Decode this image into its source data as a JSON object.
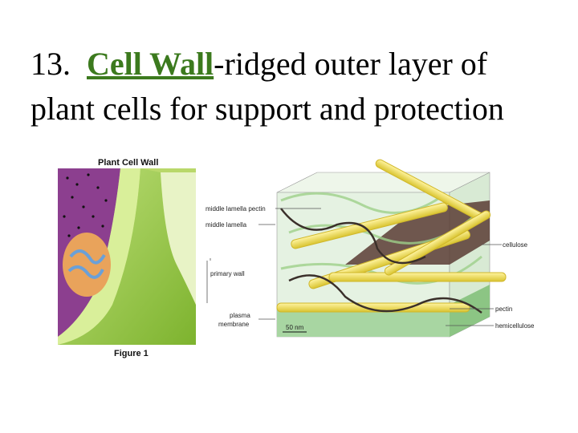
{
  "slide": {
    "number": "13.",
    "term": "Cell Wall",
    "definition_line1": "-ridged outer layer of",
    "definition_line2": "plant cells for support and protection"
  },
  "figure": {
    "title": "Plant Cell Wall",
    "caption": "Figure 1",
    "labels": {
      "middle_lamella_pectin": "middle lamella pectin",
      "middle_lamella": "middle lamella",
      "primary_wall": "primary wall",
      "plasma_membrane_1": "plasma",
      "plasma_membrane_2": "membrane",
      "scale": "50 nm",
      "cellulose": "cellulose",
      "pectin": "pectin",
      "hemicellulose": "hemicellulose"
    }
  },
  "colors": {
    "term": "#3c7a1e",
    "wall_green": "#8fc43a",
    "fibril_yellow": "#ece05a",
    "pectin_dark": "#3a2f2a"
  }
}
